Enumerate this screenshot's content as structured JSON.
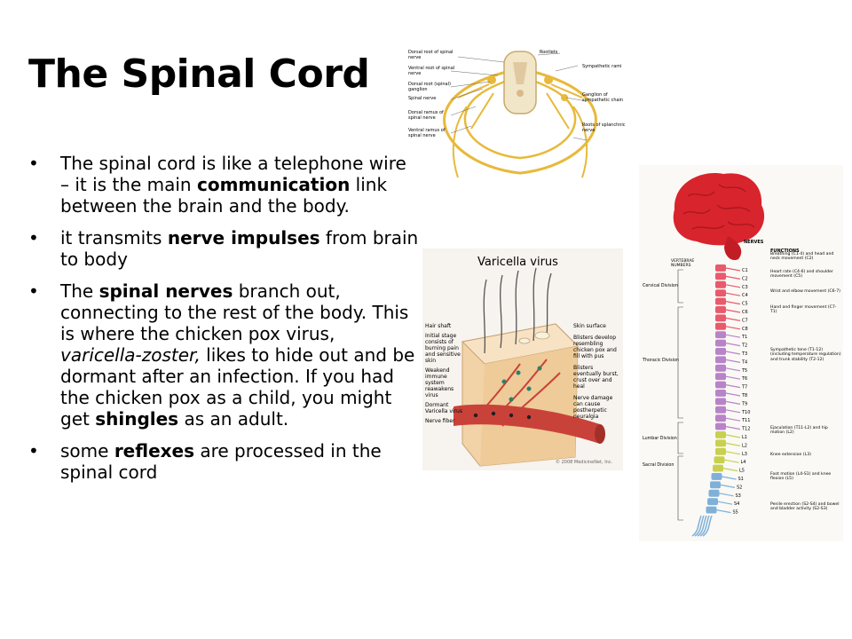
{
  "title": "The Spinal Cord",
  "bullets": [
    {
      "segments": [
        {
          "text": "The spinal cord is like a telephone wire – it is the main ",
          "style": "normal"
        },
        {
          "text": "communication",
          "style": "bold"
        },
        {
          "text": " link between the brain and the body.",
          "style": "normal"
        }
      ]
    },
    {
      "segments": [
        {
          "text": " it transmits ",
          "style": "normal"
        },
        {
          "text": "nerve impulses",
          "style": "bold"
        },
        {
          "text": " from brain to body",
          "style": "normal"
        }
      ]
    },
    {
      "segments": [
        {
          "text": "The ",
          "style": "normal"
        },
        {
          "text": "spinal nerves",
          "style": "bold"
        },
        {
          "text": " branch out, connecting to the rest of the body.  This is where the chicken pox virus, ",
          "style": "normal"
        },
        {
          "text": "varicella-zoster,",
          "style": "italic"
        },
        {
          "text": " likes to hide out and be dormant after an infection.  If you had the chicken pox as a child, you might get ",
          "style": "normal"
        },
        {
          "text": "shingles",
          "style": "bold"
        },
        {
          "text": " as an adult.",
          "style": "normal"
        }
      ]
    },
    {
      "segments": [
        {
          "text": "some ",
          "style": "normal"
        },
        {
          "text": "reflexes",
          "style": "bold"
        },
        {
          "text": " are processed in the spinal cord",
          "style": "normal"
        }
      ]
    }
  ],
  "bullet_glyph": "•",
  "cross_section": {
    "labels_left": [
      "Dorsal root of spinal nerve",
      "Ventral root of spinal nerve",
      "Dorsal root (spinal) ganglion",
      "Spinal nerve",
      "Dorsal ramus of spinal nerve",
      "Ventral ramus of spinal nerve"
    ],
    "label_top": "Rootlets",
    "labels_right": [
      "Sympathetic rami",
      "Ganglion of sympathetic chain",
      "Roots of splanchnic nerve"
    ]
  },
  "varicella": {
    "title": "Varicella virus",
    "labels_left": [
      "Hair shaft",
      "Initial stage consists of burning pain and sensitive skin",
      "Weakend immune system reawakens virus",
      "Dormant Varicella virus",
      "Nerve fiber"
    ],
    "labels_right": [
      "Skin surface",
      "Blisters develop resembling chicken pox and fill with pus",
      "Blisters eventually burst, crust over and heal",
      "Nerve damage can cause postherpetic neuralgia"
    ],
    "credit": "© 2008 MedicineNet, Inc."
  },
  "spine": {
    "header_nerves": "NERVES",
    "header_functions": "FUNCTIONS",
    "header_vertebrae": "VERTEBRAE NUMBERS",
    "divisions": [
      "Cervical Division",
      "Thoracic Division",
      "Lumbar Division",
      "Sacral Division"
    ],
    "segments": [
      "C1",
      "C2",
      "C3",
      "C4",
      "C5",
      "C6",
      "C7",
      "C8",
      "T1",
      "T2",
      "T3",
      "T4",
      "T5",
      "T6",
      "T7",
      "T8",
      "T9",
      "T10",
      "T11",
      "T12",
      "L1",
      "L2",
      "L3",
      "L4",
      "L5",
      "S1",
      "S2",
      "S3",
      "S4",
      "S5"
    ],
    "functions": [
      "Breathing (C1-4) and head and neck movement (C2)",
      "Heart rate (C4-6) and shoulder movement (C5)",
      "Wrist and elbow movement (C6-7)",
      "Hand and finger movement (C7-T1)",
      "Sympathetic tone (T1-12) (including temperature regulation) and trunk stability (T2-12)",
      "Ejaculation (T11-L2) and hip motion (L2)",
      "Knee extension (L3)",
      "Foot motion (L4-S1) and knee flexion (L5)",
      "Penile erection (S2-S4) and bowel and bladder activity (S2-S3)"
    ]
  },
  "colors": {
    "nerve_yellow": "#e8b93a",
    "brain_red": "#d8242c",
    "cervical": "#e85a6c",
    "thoracic": "#b884c8",
    "lumbar": "#c7d14e",
    "sacral": "#7fb0d8",
    "skin": "#f2d3a8",
    "vessel": "#c9423a"
  }
}
